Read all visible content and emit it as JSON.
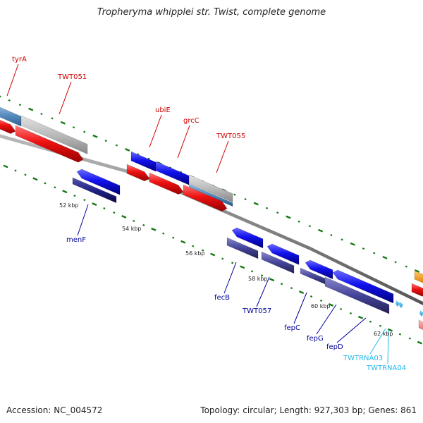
{
  "title": "Tropheryma whipplei str. Twist, complete genome",
  "footer": {
    "accession": "Accession: NC_004572",
    "summary": "Topology: circular; Length: 927,303 bp; Genes: 861"
  },
  "colors": {
    "forward_label": "#cc0000",
    "reverse_label": "#000099",
    "rna_label": "#22bbee",
    "forward_gene": "#ee1111",
    "forward_gene_alt": "#bbbbbb",
    "forward_rna_like": "#5588bb",
    "reverse_gene": "#1111ee",
    "reverse_gene_alt": "#222288",
    "reverse_pseudo": "#444499",
    "backbone": "#888888",
    "tick": "#117711"
  },
  "kbp_ticks": [
    "52 kbp",
    "54 kbp",
    "56 kbp",
    "58 kbp",
    "60 kbp",
    "62 kbp"
  ],
  "forward_labels": [
    "tyrA",
    "TWT051",
    "ubiE",
    "grcC",
    "TWT055"
  ],
  "reverse_labels": [
    "menF",
    "fecB",
    "TWT057",
    "fepC",
    "fepG",
    "fepD"
  ],
  "rna_labels": [
    "TWTRNA03",
    "TWTRNA04"
  ]
}
